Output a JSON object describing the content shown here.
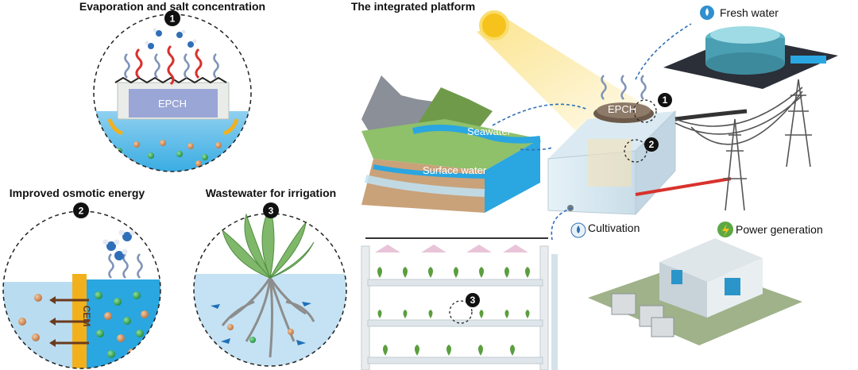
{
  "panels": {
    "evaporation_title": "Evaporation and salt concentration",
    "osmotic_title": "Improved osmotic energy",
    "wastewater_title": "Wastewater for irrigation",
    "platform_title": "The integrated platform"
  },
  "labels": {
    "epch_small": "EPCH",
    "epch_device": "EPCH",
    "cem": "CEM",
    "seawater": "Seawater",
    "surface_water": "Surface water",
    "fresh_water": "Fresh water",
    "cultivation": "Cultivation",
    "power_generation": "Power generation"
  },
  "badges": {
    "one": "1",
    "two": "2",
    "three": "3"
  },
  "colors": {
    "water": "#2aa6e0",
    "water_light": "#9fd3ee",
    "steam": "#7f93b8",
    "heat_arrow": "#d8322d",
    "ion": "#2f9e4a",
    "cem": "#f2b11c",
    "brown_arrow": "#6b3a1e",
    "sun": "#f6c21c"
  }
}
